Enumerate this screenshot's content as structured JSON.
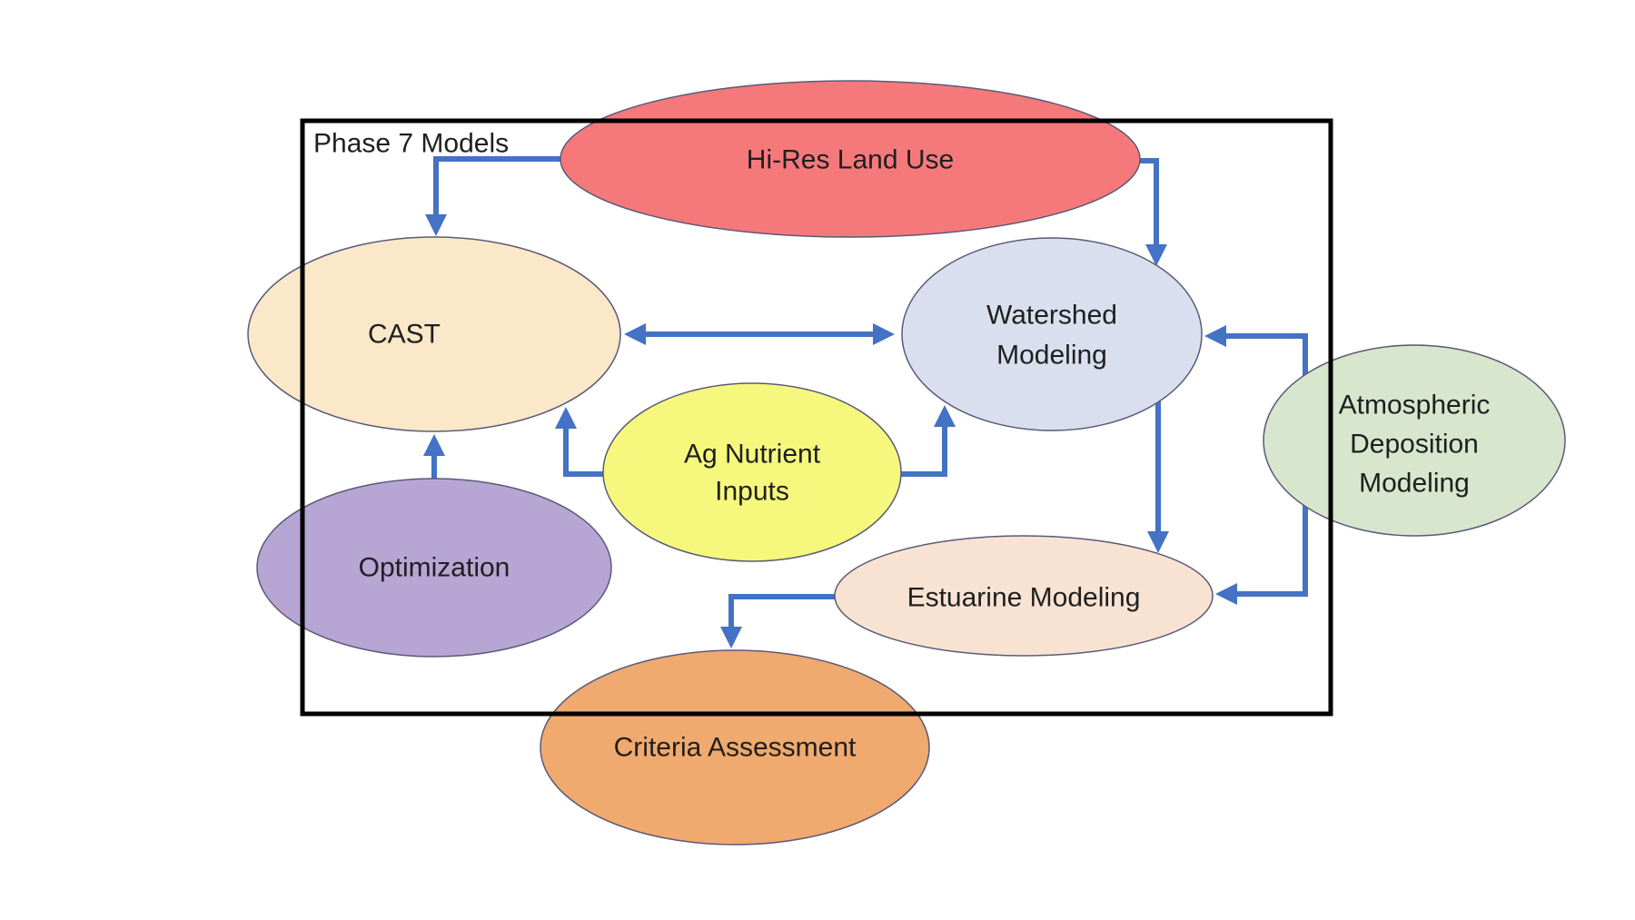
{
  "diagram": {
    "container_label": "Phase 7 Models",
    "arrow_color": "#4472C4",
    "boundary_color": "#000000",
    "text_color": "#1f1f1f",
    "node_outline_color": "#5a5a78",
    "nodes": {
      "hi_res": {
        "label": "Hi-Res Land Use",
        "lines": [
          "Hi-Res Land Use"
        ],
        "fill": "#F5797B"
      },
      "cast": {
        "label": "CAST",
        "lines": [
          "CAST"
        ],
        "fill": "#FAE8C8"
      },
      "watershed": {
        "label": "Watershed Modeling",
        "lines": [
          "Watershed",
          "Modeling"
        ],
        "fill": "#D9DFEE"
      },
      "ag_nutrient": {
        "label": "Ag Nutrient Inputs",
        "lines": [
          "Ag Nutrient",
          "Inputs"
        ],
        "fill": "#F6F87E"
      },
      "optimization": {
        "label": "Optimization",
        "lines": [
          "Optimization"
        ],
        "fill": "#B7A5D3"
      },
      "atmospheric": {
        "label": "Atmospheric Deposition Modeling",
        "lines": [
          "Atmospheric",
          "Deposition",
          "Modeling"
        ],
        "fill": "#D7E6CD"
      },
      "estuarine": {
        "label": "Estuarine Modeling",
        "lines": [
          "Estuarine Modeling"
        ],
        "fill": "#F8E3D3"
      },
      "criteria": {
        "label": "Criteria Assessment",
        "lines": [
          "Criteria Assessment"
        ],
        "fill": "#F0A96E"
      }
    },
    "edges": [
      {
        "from": "Hi-Res Land Use",
        "to": "CAST",
        "bidirectional": false
      },
      {
        "from": "Hi-Res Land Use",
        "to": "Watershed Modeling",
        "bidirectional": false
      },
      {
        "from": "CAST",
        "to": "Watershed Modeling",
        "bidirectional": true
      },
      {
        "from": "Ag Nutrient Inputs",
        "to": "CAST",
        "bidirectional": false
      },
      {
        "from": "Ag Nutrient Inputs",
        "to": "Watershed Modeling",
        "bidirectional": false
      },
      {
        "from": "Optimization",
        "to": "CAST",
        "bidirectional": false
      },
      {
        "from": "Watershed Modeling",
        "to": "Estuarine Modeling",
        "bidirectional": false
      },
      {
        "from": "Atmospheric Deposition Modeling",
        "to": "Watershed Modeling",
        "bidirectional": false
      },
      {
        "from": "Atmospheric Deposition Modeling",
        "to": "Estuarine Modeling",
        "bidirectional": false
      },
      {
        "from": "Estuarine Modeling",
        "to": "Criteria Assessment",
        "bidirectional": false
      }
    ]
  }
}
